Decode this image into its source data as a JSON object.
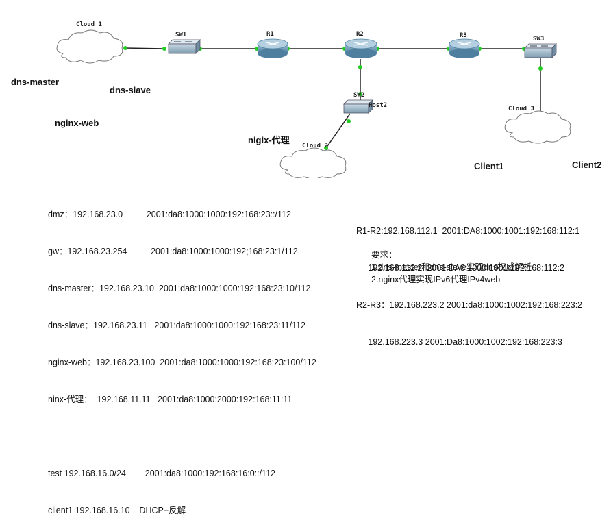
{
  "devices": {
    "cloud1": "Cloud 1",
    "sw1": "SW1",
    "r1": "R1",
    "r2": "R2",
    "r3": "R3",
    "sw3": "SW3",
    "sw2": "SW2",
    "host2": "Host2",
    "cloud2": "Cloud 2",
    "cloud3": "Cloud 3"
  },
  "labels": {
    "dns_master": "dns-master",
    "dns_slave": "dns-slave",
    "nginx_web": "nginx-web",
    "nigix_proxy": "nigix-代理",
    "client1": "Client1",
    "client2": "Client2"
  },
  "left_info": [
    "dmz：192.168.23.0          2001:da8:1000:1000:192:168:23::/112",
    "gw：192.168.23.254          2001:da8:1000:1000:192;168:23:1/112",
    "dns-master：192.168.23.10  2001:da8:1000:1000:192:168:23:10/112",
    "dns-slave：192.168.23.11   2001:da8:1000:1000:192:168:23:11/112",
    "nginx-web：192.168.23.100  2001:da8:1000:1000:192:168:23:100/112",
    "ninx-代理：  192.168.11.11   2001:da8:1000:2000:192:168:11:11",
    "",
    "test 192.168.16.0/24        2001:da8:1000:192:168:16:0::/112",
    "client1 192.168.16.10    DHCP+反解"
  ],
  "right_info": [
    "R1-R2:192.168.112.1  2001:DA8:1000:1001:192:168:112:1",
    "     192.168.112.2  2001:DA8:1000:1001:192:168:112:2",
    "R2-R3：192.168.223.2 2001:da8:1000:1002:192:168:223:2",
    "     192.168.223.3 2001:Da8:1000:1002:192:168:223:3"
  ],
  "requirements": {
    "title": "要求：",
    "items": [
      "1.dns-master和dns-slave实现dns权威解析",
      "2.nginx代理实现IPv6代理IPv4web"
    ]
  }
}
